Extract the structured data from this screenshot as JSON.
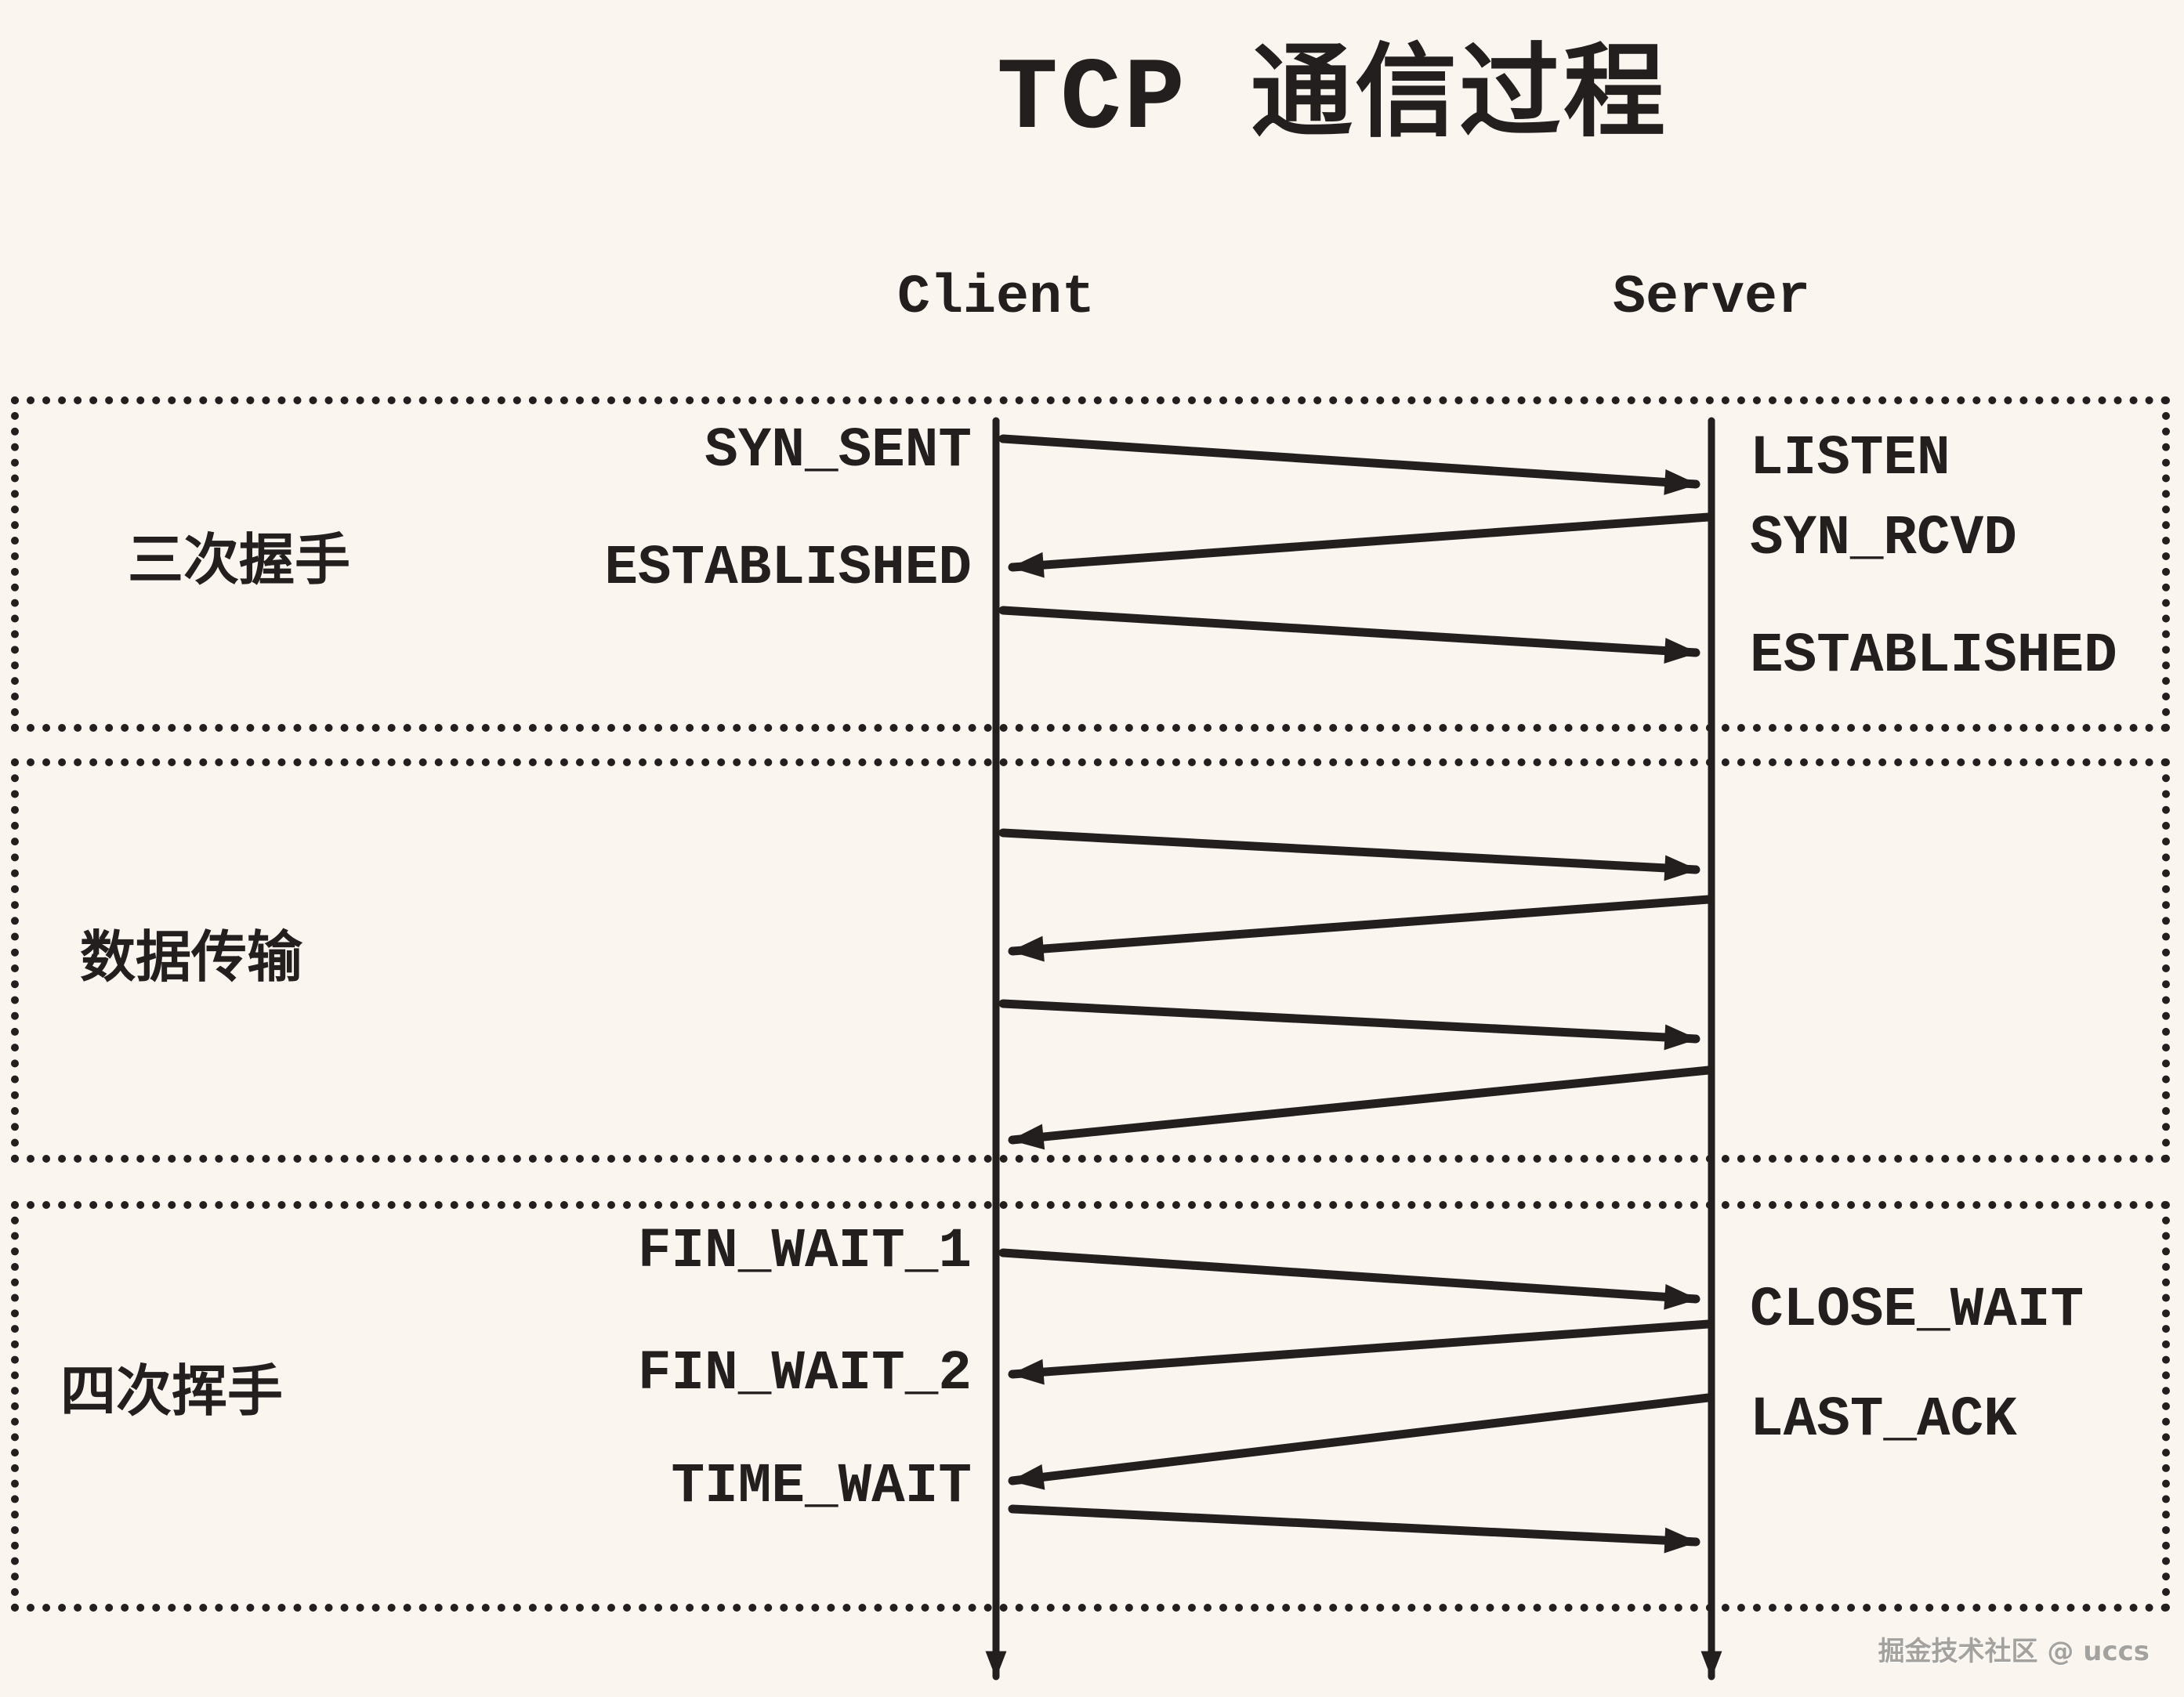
{
  "title": "TCP 通信过程",
  "client_label": "Client",
  "server_label": "Server",
  "watermark": "掘金技术社区 @ uccs",
  "colors": {
    "background": "#faf5ef",
    "ink": "#231f1f",
    "watermark": "#a3a29e"
  },
  "sections": [
    {
      "label": "三次握手",
      "client_states": [
        "SYN_SENT",
        "ESTABLISHED"
      ],
      "server_states": [
        "LISTEN",
        "SYN_RCVD",
        "ESTABLISHED"
      ],
      "messages": [
        {
          "from": "client",
          "to": "server"
        },
        {
          "from": "server",
          "to": "client"
        },
        {
          "from": "client",
          "to": "server"
        }
      ]
    },
    {
      "label": "数据传输",
      "client_states": [],
      "server_states": [],
      "messages": [
        {
          "from": "client",
          "to": "server"
        },
        {
          "from": "server",
          "to": "client"
        },
        {
          "from": "client",
          "to": "server"
        },
        {
          "from": "server",
          "to": "client"
        }
      ]
    },
    {
      "label": "四次挥手",
      "client_states": [
        "FIN_WAIT_1",
        "FIN_WAIT_2",
        "TIME_WAIT"
      ],
      "server_states": [
        "CLOSE_WAIT",
        "LAST_ACK"
      ],
      "messages": [
        {
          "from": "client",
          "to": "server"
        },
        {
          "from": "server",
          "to": "client"
        },
        {
          "from": "server",
          "to": "client"
        },
        {
          "from": "client",
          "to": "server"
        }
      ]
    }
  ]
}
